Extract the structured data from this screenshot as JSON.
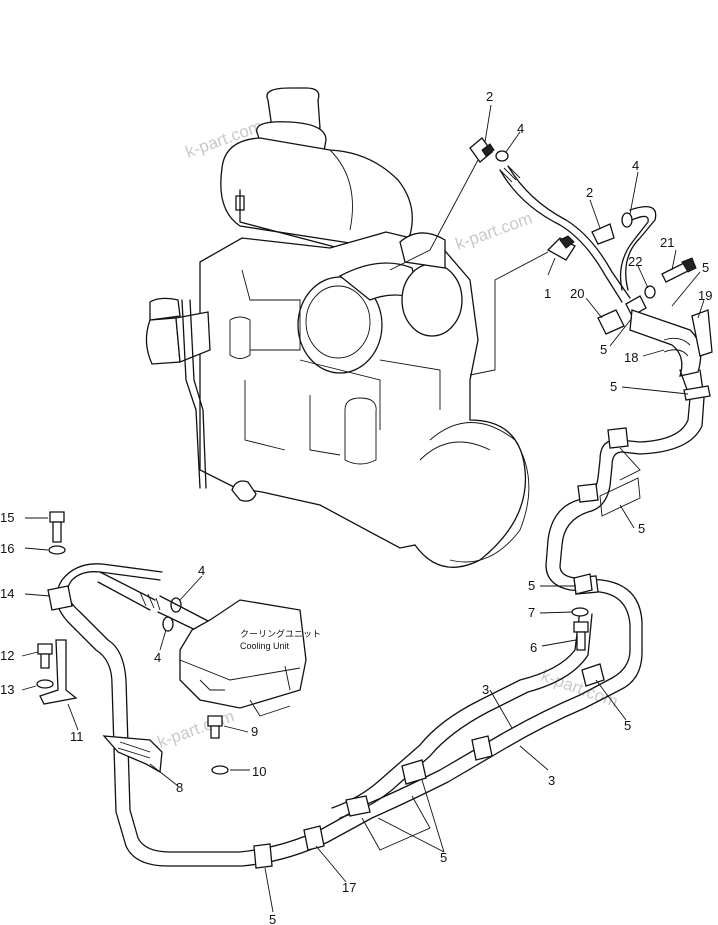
{
  "watermark": "k-part.com",
  "cooling_unit": {
    "label_jp": "クーリングユニット",
    "label_en": "Cooling Unit"
  },
  "callouts": {
    "c1": "1",
    "c2a": "2",
    "c2b": "2",
    "c3a": "3",
    "c3b": "3",
    "c4a": "4",
    "c4b": "4",
    "c4c": "4",
    "c4d": "4",
    "c5a": "5",
    "c5b": "5",
    "c5c": "5",
    "c5d": "5",
    "c5e": "5",
    "c5f": "5",
    "c5g": "5",
    "c5h": "5",
    "c6": "6",
    "c7": "7",
    "c8": "8",
    "c9": "9",
    "c10": "10",
    "c11": "11",
    "c12": "12",
    "c13": "13",
    "c14": "14",
    "c15": "15",
    "c16": "16",
    "c17": "17",
    "c18": "18",
    "c19": "19",
    "c20": "20",
    "c21": "21",
    "c22": "22"
  }
}
